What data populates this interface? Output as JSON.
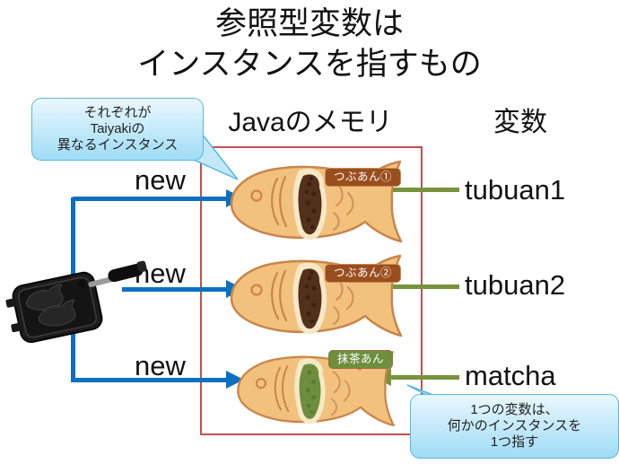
{
  "title": {
    "line1": "参照型変数は",
    "line2": "インスタンスを指すもの"
  },
  "columns": {
    "memory": "Javaのメモリ",
    "variables": "変数"
  },
  "callouts": {
    "top": {
      "lines": [
        "それぞれが",
        "Taiyakiの",
        "異なるインスタンス"
      ]
    },
    "bottom": {
      "lines": [
        "1つの変数は、",
        "何かのインスタンスを",
        "1つ指す"
      ]
    }
  },
  "instances": [
    {
      "new_label": "new",
      "tag": "つぶあん①",
      "variable": "tubuan1",
      "filling": "tsubuan"
    },
    {
      "new_label": "new",
      "tag": "つぶあん②",
      "variable": "tubuan2",
      "filling": "tsubuan"
    },
    {
      "new_label": "new",
      "tag": "抹茶あん",
      "variable": "matcha",
      "filling": "matcha"
    }
  ],
  "icons": {
    "pan": "taiyaki-pan (black fish-shaped cake mold with handle)",
    "instance": "taiyaki fish-shaped cake with filling"
  },
  "colors": {
    "new_arrow_blue": "#0B70C0",
    "reference_arrow_green": "#77933C",
    "memory_box_border": "#C0504D",
    "bubble_fill_top": "#EAF8FE",
    "bubble_fill_bottom": "#9FDCF5",
    "bubble_border": "#5AB6E2",
    "chip_tsubuan_bg": "#9A4E1D",
    "chip_matcha_bg": "#6E8F3E",
    "taiyaki_body": "#F2C17D",
    "tsubuan_filling": "#53301B",
    "matcha_filling": "#6C8E3E"
  }
}
